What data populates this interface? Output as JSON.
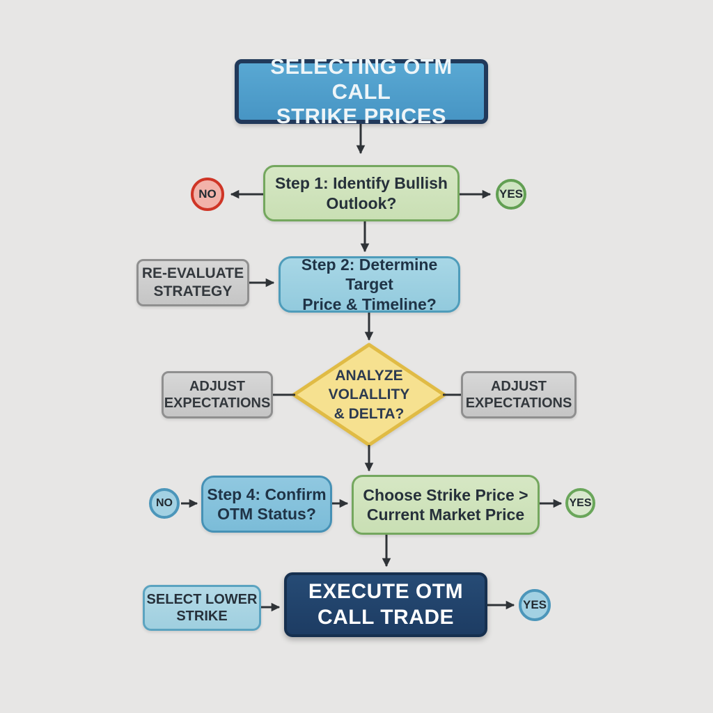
{
  "diagram": {
    "type": "flowchart",
    "background_color": "#e7e6e5",
    "arrow_color": "#2f3337"
  },
  "nodes": {
    "title": "SELECTING OTM CALL\nSTRIKE PRICES",
    "step1": "Step 1: Identify Bullish\nOutlook?",
    "no1": "NO",
    "yes1": "YES",
    "reevaluate": "RE-EVALUATE\nSTRATEGY",
    "step2": "Step 2: Determine Target\nPrice & Timeline?",
    "adjust_left": "ADJUST\nEXPECTATIONS",
    "diamond": "ANALYZE\nVOLALLITY\n& DELTA?",
    "adjust_right": "ADJUST\nEXPECTATIONS",
    "no4": "NO",
    "step4": "Step 4: Confirm\nOTM Status?",
    "choose": "Choose Strike Price >\nCurrent Market Price",
    "yes4": "YES",
    "select_lower": "SELECT LOWER\nSTRIKE",
    "execute": "EXECUTE OTM\nCALL TRADE",
    "yes_execute": "YES"
  },
  "colors": {
    "title_fill": "#4d9ecb",
    "title_border": "#21395a",
    "green_fill": "#cfe3bb",
    "green_border": "#74a75e",
    "blue_step2_fill": "#9dd0e2",
    "blue_step4_fill": "#85c2dc",
    "blue_border": "#4e9cba",
    "gray_fill": "#cecece",
    "gray_border": "#8f8f8f",
    "diamond_fill": "#f6e190",
    "diamond_border": "#e0bb45",
    "navy_fill": "#20406a",
    "red_circle_fill": "#f2b3aa",
    "red_circle_border": "#cf3526",
    "green_circle_fill": "#cfe4c2",
    "green_circle_border": "#629f53",
    "blue_circle_fill": "#a3d1e3",
    "blue_circle_border": "#4c96ba"
  }
}
